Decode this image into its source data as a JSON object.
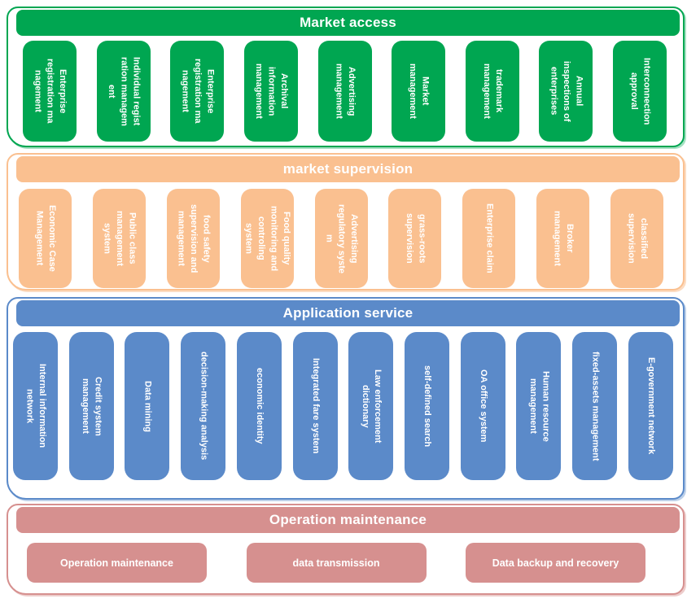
{
  "sections": [
    {
      "title": "Market access",
      "color": "#00A651",
      "items": [
        "Enterprise\nregistration ma\nnagement",
        "Individual regist\nration managem\nent",
        "Enterprise\nregistration ma\nnagement",
        "Archival\ninformation\nmanagement",
        "Advertising\nmanagement",
        "Market\nmanagement",
        "trademark\nmanagement",
        "Annual\ninspections of\nenterprises",
        "Interconnection\napproval"
      ]
    },
    {
      "title": "market supervision",
      "color": "#FAC090",
      "items": [
        "Economic Case\nManagement",
        "Public class\nmanagement\nsystem",
        "food safety\nsupervision and\nmanagement",
        "Food quality\nmonitoring and\ncontroling\nsystem",
        "Advertising\nregulatory syste\nm",
        "grass-roots\nsupervision",
        "Enterprise claim",
        "Broker\nmanagement",
        "classified\nsupervision"
      ]
    },
    {
      "title": "Application service",
      "color": "#5B8AC9",
      "items": [
        "Internal information\nnetwork",
        "Credit system\nmanagement",
        "Data mining",
        "decision-making analysis",
        "economic identity",
        "Integrated fare system",
        "Law enforcement\ndictionary",
        "self-defined search",
        "OA office system",
        "Human resource\nmanagement",
        "fixed-assets management",
        "E-government network"
      ]
    },
    {
      "title": "Operation maintenance",
      "color": "#D6908F",
      "items": [
        "Operation maintenance",
        "data transmission",
        "Data backup and recovery"
      ]
    }
  ]
}
